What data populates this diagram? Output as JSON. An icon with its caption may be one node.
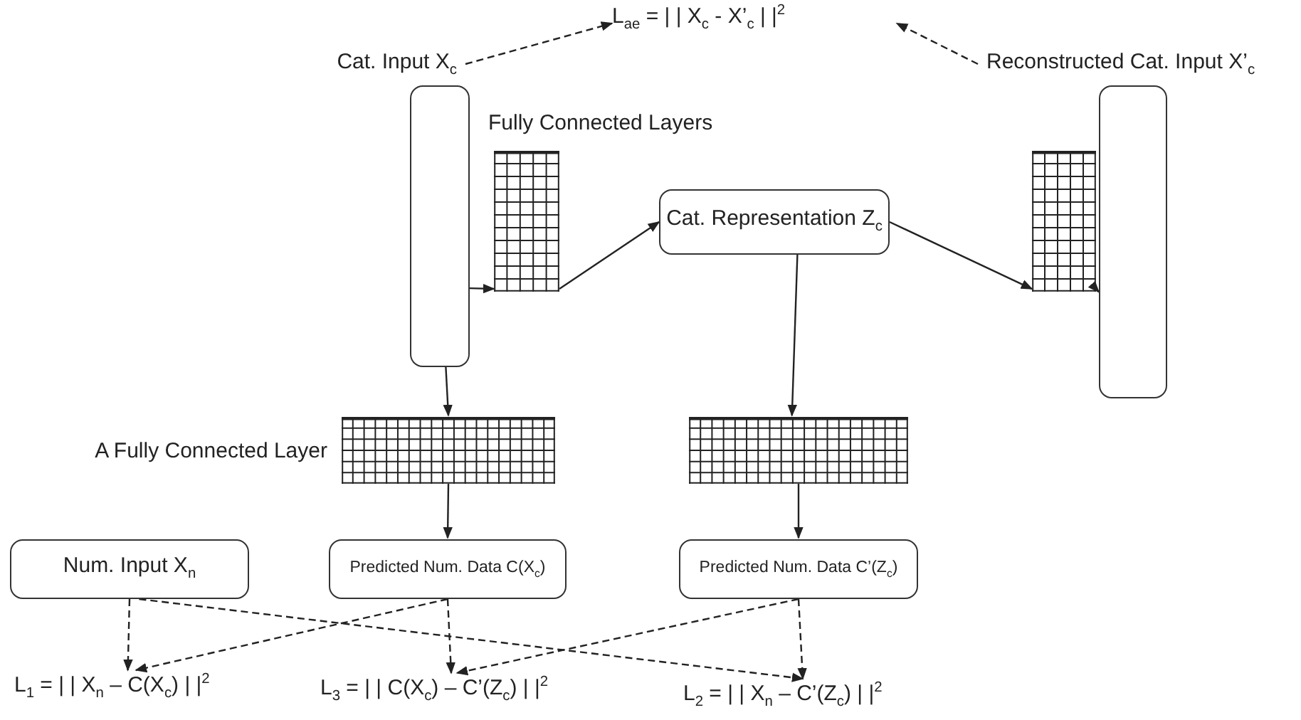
{
  "diagram": {
    "nodes": [
      {
        "text": [
          "Cat. Input X$_{c}$"
        ]
      },
      {
        "text": [],
        "shape": "grid"
      },
      {
        "text": [
          "Cat. Representation Z$_{c}$"
        ]
      },
      {
        "text": [],
        "shape": "grid"
      },
      {
        "text": [
          "Reconstructed Cat. Input X’$_{c}$"
        ]
      },
      {
        "text": [
          "L$_{ae}$ = | | X$_{c}$  - X’$_{c}$ | |$^{2}$"
        ]
      },
      {
        "text": [],
        "shape": "grid",
        "beside": [
          "A Fully Connected Layer"
        ]
      },
      {
        "text": [],
        "shape": "grid"
      },
      {
        "text": [
          "Num. Input X$_{n}$"
        ]
      },
      {
        "text": [
          "Predicted Num. Data C(X$_{c}$)"
        ]
      },
      {
        "text": [
          "Predicted Num. Data C’(Z$_{c}$)"
        ]
      },
      {
        "text": [
          "L$_{1}$ = | | X$_{n}$ – C(X$_{c}$) | |$^{2}$"
        ]
      },
      {
        "text": [
          "L$_{3}$ = | | C(X$_{c}$) – C’(Z$_{c}$) | |$^{2}$"
        ]
      },
      {
        "text": [
          "L$_{2}$ = | | X$_{n}$ – C’(Z$_{c}$) | |$^{2}$"
        ]
      }
    ],
    "edges": [
      {
        "from": 0,
        "to": 1,
        "arrow": "to"
      },
      {
        "from": 1,
        "to": 2,
        "arrow": "to"
      },
      {
        "from": 2,
        "to": 3,
        "arrow": "to"
      },
      {
        "from": 3,
        "to": 4,
        "arrow": "to"
      },
      {
        "from": 0,
        "to": 5,
        "arrow": "to",
        "style": "dashed"
      },
      {
        "from": 4,
        "to": 5,
        "arrow": "to",
        "style": "dashed"
      },
      {
        "from": 0,
        "to": 6,
        "arrow": "to"
      },
      {
        "from": 2,
        "to": 7,
        "arrow": "to"
      },
      {
        "from": 6,
        "to": 9,
        "arrow": "to"
      },
      {
        "from": 7,
        "to": 10,
        "arrow": "to"
      },
      {
        "from": 8,
        "to": 11,
        "arrow": "to",
        "style": "dashed"
      },
      {
        "from": 8,
        "to": 13,
        "arrow": "to",
        "style": "dashed"
      },
      {
        "from": 9,
        "to": 11,
        "arrow": "to",
        "style": "dashed"
      },
      {
        "from": 9,
        "to": 12,
        "arrow": "to",
        "style": "dashed"
      },
      {
        "from": 10,
        "to": 12,
        "arrow": "to",
        "style": "dashed"
      },
      {
        "from": 10,
        "to": 13,
        "arrow": "to",
        "style": "dashed"
      }
    ],
    "labels": [
      "Fully Connected Layers"
    ]
  }
}
